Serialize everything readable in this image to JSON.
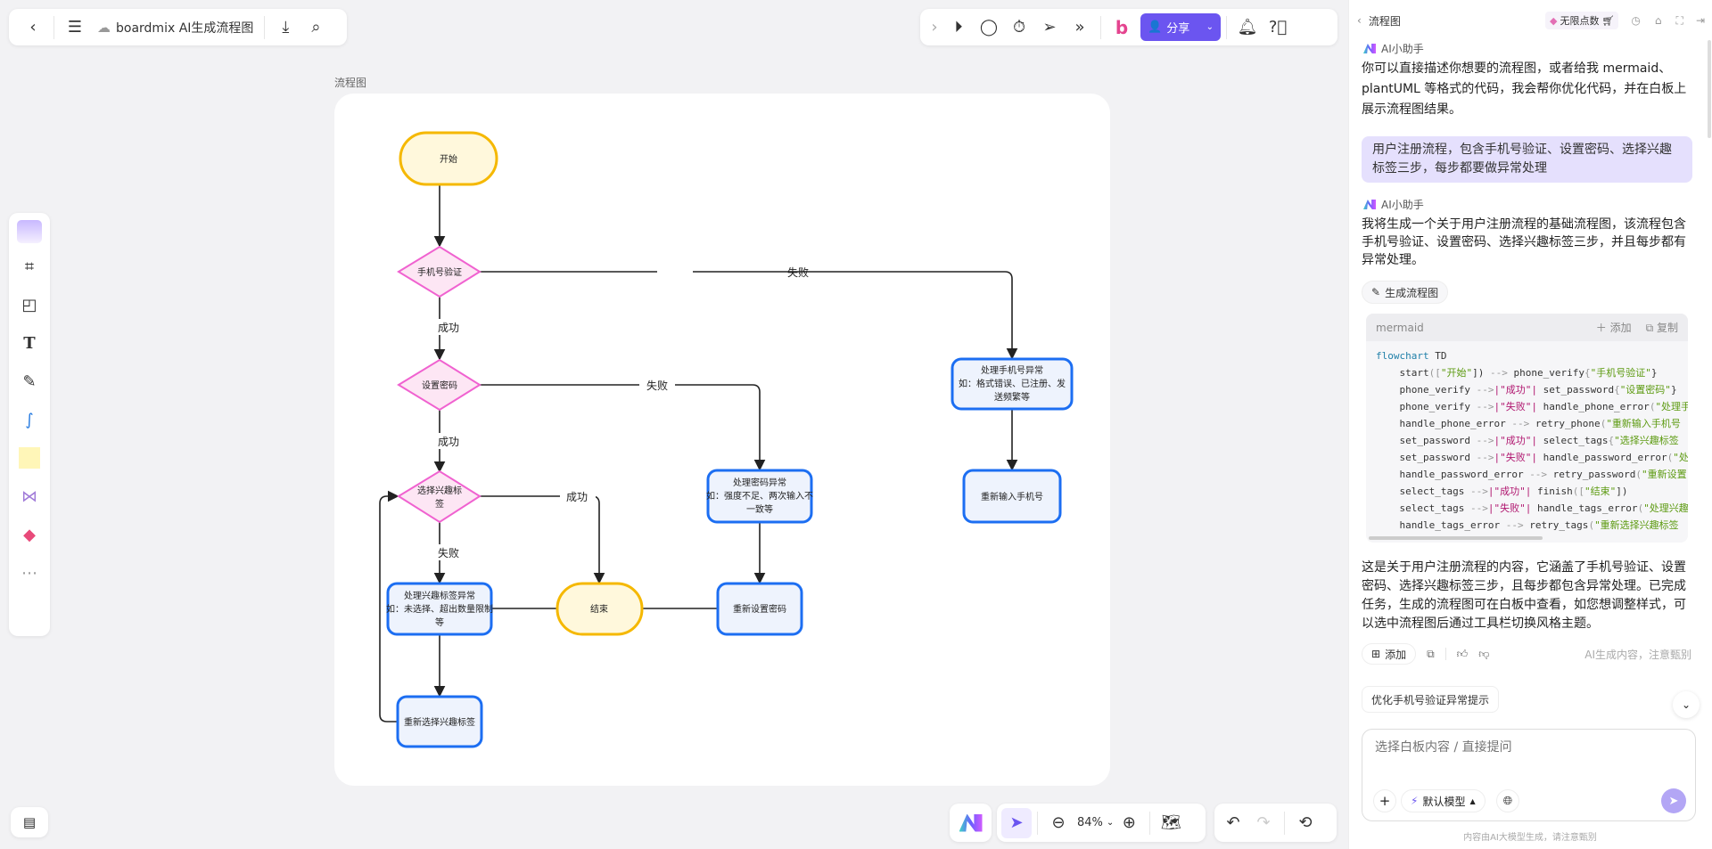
{
  "topbar": {
    "title": "boardmix AI生成流程图",
    "share_label": "分享"
  },
  "frame_label": "流程图",
  "flow": {
    "start": "开始",
    "phone": "手机号验证",
    "password": "设置密码",
    "tags": [
      "选择兴趣标",
      "签"
    ],
    "tags_err": [
      "处理兴趣标签异常",
      "如：未选择、超出数量限制",
      "等"
    ],
    "retry_tags": "重新选择兴趣标签",
    "end": "结束",
    "retry_pwd": "重新设置密码",
    "pwd_err": [
      "处理密码异常",
      "如：强度不足、两次输入不",
      "一致等"
    ],
    "phone_err": [
      "处理手机号异常",
      "如：格式错误、已注册、发",
      "送频繁等"
    ],
    "retry_phone": "重新输入手机号",
    "edges": {
      "success": "成功",
      "fail": "失败"
    },
    "colors": {
      "terminal_fill": "#fff8dc",
      "terminal_stroke": "#f5b800",
      "decision_fill": "#fde6f4",
      "decision_stroke": "#f062d0",
      "process_fill": "#eef3fd",
      "process_stroke": "#1c6ef2"
    }
  },
  "zoom": {
    "level": "84%"
  },
  "panel": {
    "header": "流程图",
    "points": "无限点数",
    "assistant": "AI小助手",
    "intro": "你可以直接描述你想要的流程图，或者给我 mermaid、plantUML 等格式的代码，我会帮你优化代码，并在白板上展示流程图结果。",
    "user_msg": "用户注册流程，包含手机号验证、设置密码、选择兴趣标签三步，每步都要做异常处理",
    "reply1": "我将生成一个关于用户注册流程的基础流程图，该流程包含手机号验证、设置密码、选择兴趣标签三步，并且每步都有异常处理。",
    "gen_button": "生成流程图",
    "code": {
      "lang": "mermaid",
      "add": "添加",
      "copy": "复制",
      "lines": [
        "flowchart TD",
        "    start([\"开始\"]) --> phone_verify{\"手机号验证\"}",
        "    phone_verify -->|\"成功\"| set_password{\"设置密码\"}",
        "    phone_verify -->|\"失败\"| handle_phone_error(\"处理手",
        "    handle_phone_error --> retry_phone(\"重新输入手机号",
        "    set_password -->|\"成功\"| select_tags{\"选择兴趣标签",
        "    set_password -->|\"失败\"| handle_password_error(\"处",
        "    handle_password_error --> retry_password(\"重新设置",
        "    select_tags -->|\"成功\"| finish([\"结束\"])",
        "    select_tags -->|\"失败\"| handle_tags_error(\"处理兴趣",
        "    handle_tags_error --> retry_tags(\"重新选择兴趣标签"
      ]
    },
    "reply2": "这是关于用户注册流程的内容，它涵盖了手机号验证、设置密码、选择兴趣标签三步，且每步都包含异常处理。已完成任务，生成的流程图可在白板中查看，如您想调整样式，可以选中流程图后通过工具栏切换风格主题。",
    "add_label": "添加",
    "disclaimer": "AI生成内容，注意甄别",
    "suggestion": "优化手机号验证异常提示",
    "input_placeholder": "选择白板内容 / 直接提问",
    "model": "默认模型",
    "footer": "内容由AI大模型生成，请注意甄别"
  },
  "accent": "#6b55f0"
}
